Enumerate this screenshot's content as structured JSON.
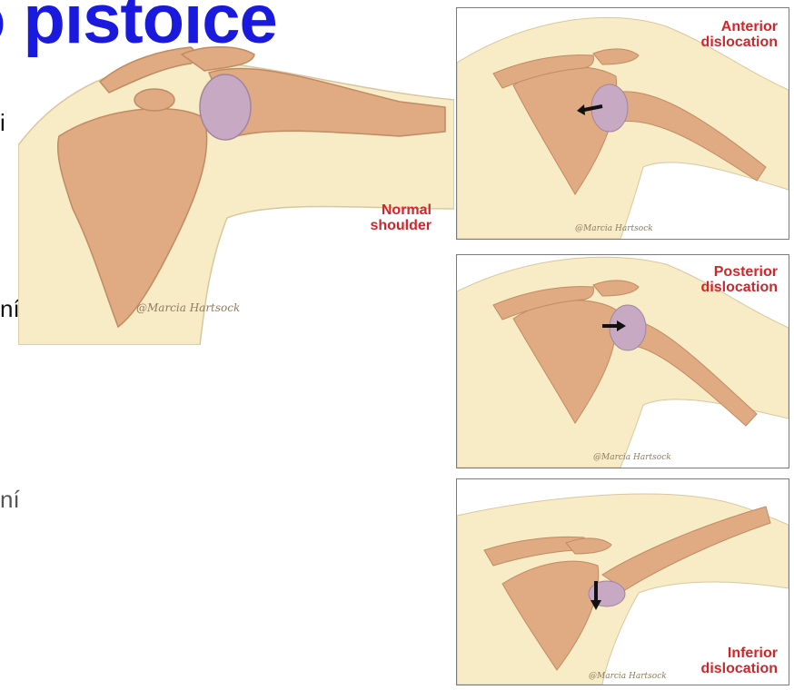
{
  "slide": {
    "title": "o pistoice",
    "fragments": [
      "i",
      "ní",
      "ní"
    ]
  },
  "colors": {
    "title": "#1a1adf",
    "label": "#d0262b",
    "skin": "#f7ecc6",
    "bone": "#e0ab82",
    "cartilage": "#c8a9c4"
  },
  "diagram": {
    "signature": "@Marcia Hartsock",
    "normal": {
      "line1": "Normal",
      "line2": "shoulder"
    },
    "anterior": {
      "line1": "Anterior",
      "line2": "dislocation"
    },
    "posterior": {
      "line1": "Posterior",
      "line2": "dislocation"
    },
    "inferior": {
      "line1": "Inferior",
      "line2": "dislocation"
    }
  }
}
